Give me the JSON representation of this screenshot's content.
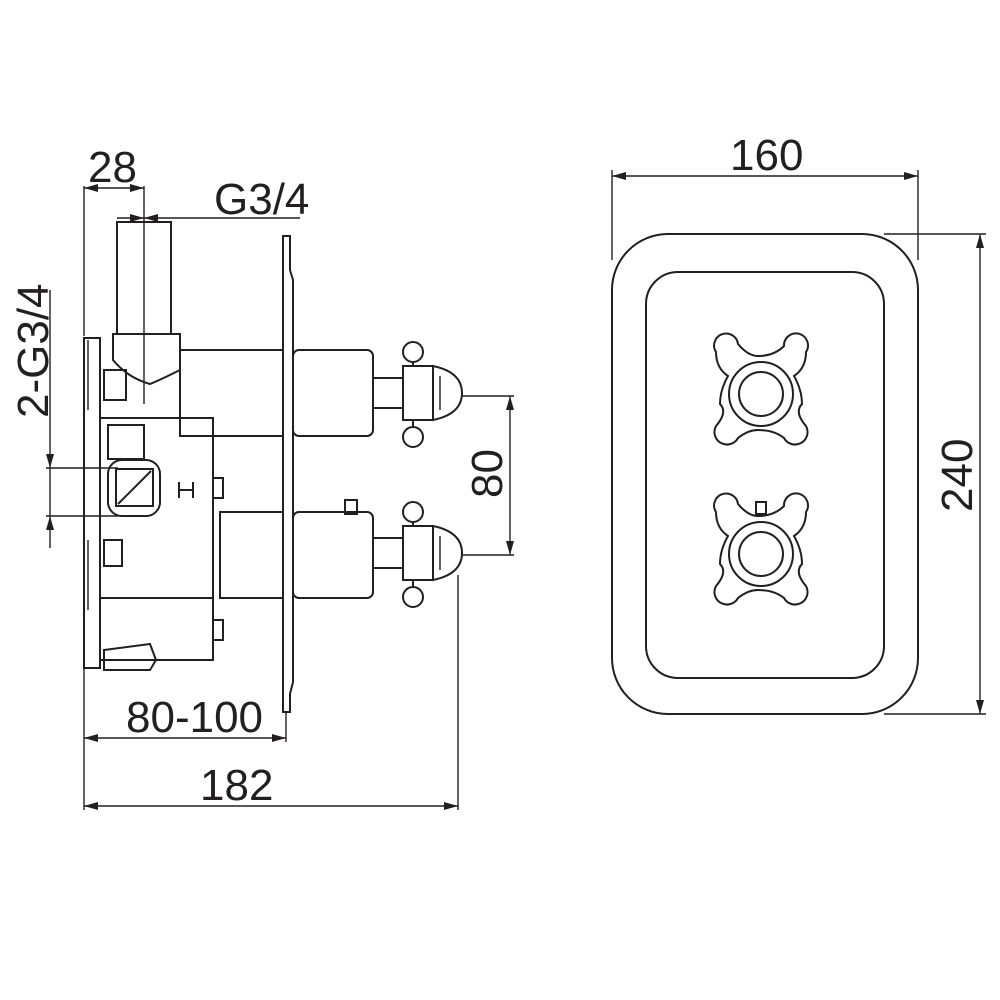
{
  "side_view": {
    "dim_depth_outlet": "28",
    "dim_outlet_thread": "G3/4",
    "dim_inlet_thread": "2-G3/4",
    "dim_handle_spacing": "80",
    "dim_install_depth": "80-100",
    "dim_total_depth": "182"
  },
  "front_view": {
    "dim_width": "160",
    "dim_height": "240"
  }
}
